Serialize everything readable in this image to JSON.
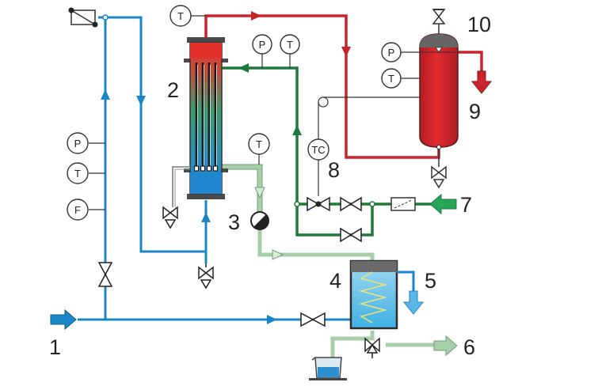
{
  "labels": {
    "n1": "1",
    "n2": "2",
    "n3": "3",
    "n4": "4",
    "n5": "5",
    "n6": "6",
    "n7": "7",
    "n8": "8",
    "n9": "9",
    "n10": "10"
  },
  "instruments": {
    "p": "P",
    "t": "T",
    "f": "F",
    "tc": "TC"
  },
  "colors": {
    "water": "#1a86c5",
    "steam": "#c8242b",
    "condensate_return": "#1f7a3a",
    "exhaust": "#a6cfa8",
    "feed_arrow": "#1a86c5",
    "inlet_arrow": "#29a55a"
  }
}
